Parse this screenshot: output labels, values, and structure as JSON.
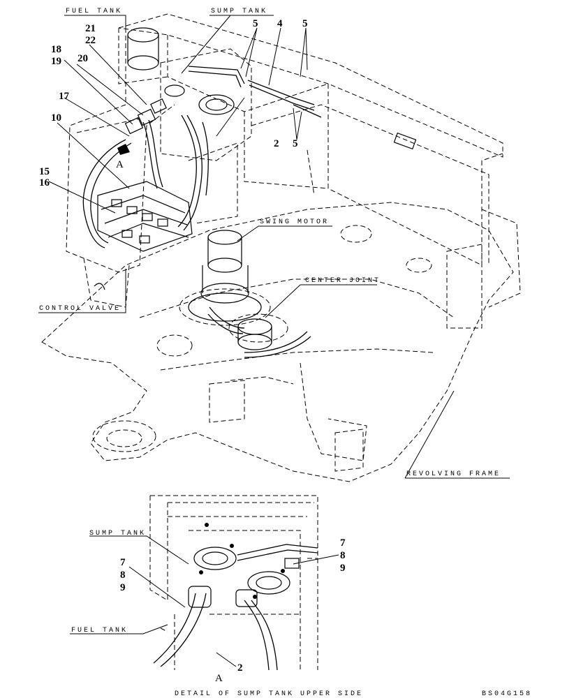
{
  "labels": {
    "fuel_tank": "FUEL TANK",
    "sump_tank": "SUMP TANK",
    "swing_motor": "SWING MOTOR",
    "center_joint": "CENTER JOINT",
    "control_valve": "CONTROL VALVE",
    "revolving_frame": "REVOLVING FRAME"
  },
  "callouts": {
    "c21": "21",
    "c22": "22",
    "c18": "18",
    "c19": "19",
    "c20": "20",
    "c17": "17",
    "c10": "10",
    "c15": "15",
    "c16": "16",
    "c5a": "5",
    "c4": "4",
    "c5b": "5",
    "c2": "2",
    "c5c": "5"
  },
  "view_marker": "A",
  "detail": {
    "sump_tank": "SUMP TANK",
    "fuel_tank": "FUEL TANK",
    "c7_left": "7",
    "c8_left": "8",
    "c9_left": "9",
    "c7_right": "7",
    "c8_right": "8",
    "c9_right": "9",
    "c2": "2",
    "view_letter": "A",
    "caption": "DETAIL OF SUMP TANK UPPER SIDE"
  },
  "drawing_number": "BS04G158"
}
